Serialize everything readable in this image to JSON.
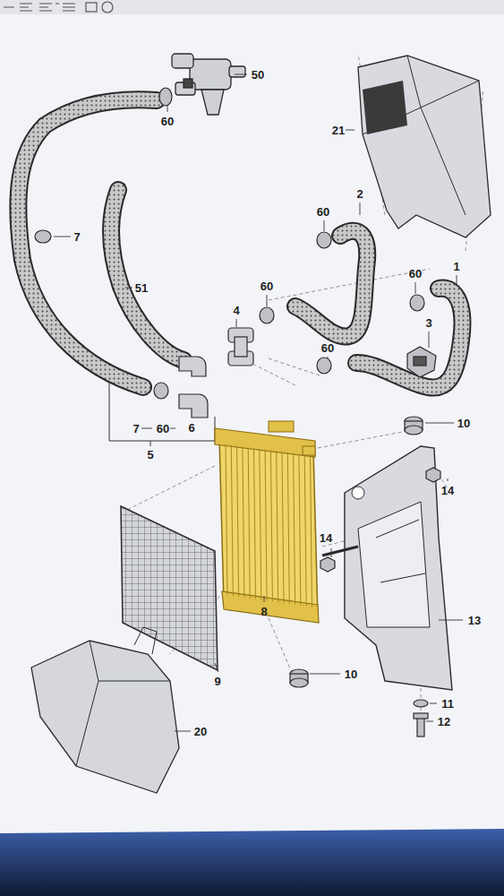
{
  "diagram": {
    "labels": [
      "50",
      "60",
      "21",
      "60",
      "2",
      "7",
      "51",
      "60",
      "1",
      "60",
      "4",
      "3",
      "60",
      "7",
      "60",
      "6",
      "5",
      "10",
      "14",
      "14",
      "13",
      "8",
      "9",
      "10",
      "20",
      "11",
      "12"
    ]
  }
}
